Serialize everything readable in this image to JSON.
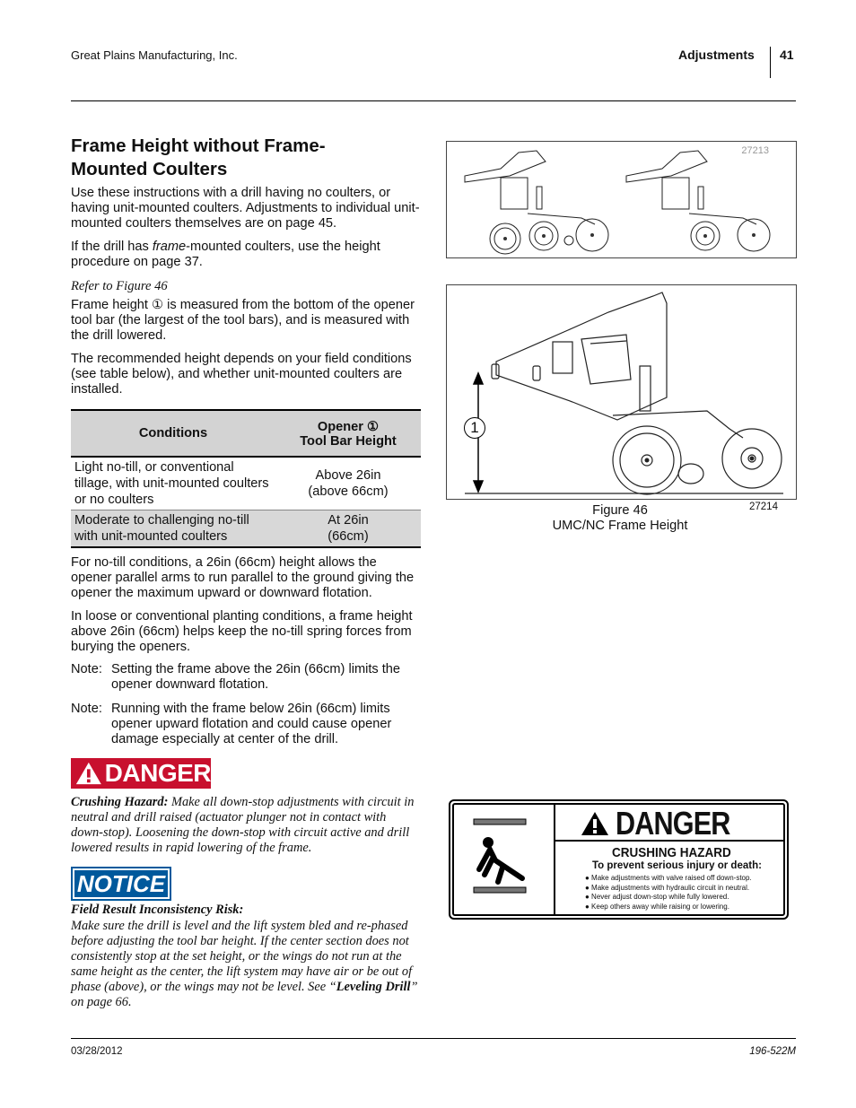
{
  "header": {
    "company": "Great Plains Manufacturing, Inc.",
    "section": "Adjustments",
    "page": "41"
  },
  "footer": {
    "date": "03/28/2012",
    "doc_number": "196-522M"
  },
  "main": {
    "title_line1": "Frame Height without Frame-",
    "title_line2": "Mounted Coulters",
    "p1": "Use these instructions with a drill having no coulters, or having unit-mounted coulters. Adjustments to individual unit-mounted coulters themselves are on page 45.",
    "p2_before": "If the drill has ",
    "p2_em": "frame",
    "p2_after": "-mounted coulters, use the height procedure on page 37.",
    "refer": "Refer to Figure 46",
    "p3": "Frame height ① is measured from the bottom of the opener tool bar (the largest of the tool bars), and is measured with the drill lowered.",
    "p4": "The recommended height depends on your field conditions (see table below), and whether unit-mounted coulters are installed.",
    "table": {
      "col1_header": "Conditions",
      "col2_header_line1": "Opener ①",
      "col2_header_line2": "Tool Bar Height",
      "rows": [
        {
          "condition": "Light no-till, or conventional tillage, with unit-mounted coulters or no coulters",
          "height_line1": "Above 26in",
          "height_line2": "(above 66cm)"
        },
        {
          "condition": "Moderate to challenging no-till with unit-mounted coulters",
          "height_line1": "At 26in",
          "height_line2": "(66cm)"
        }
      ]
    },
    "p5": "For no-till conditions, a 26in (66cm) height allows the opener parallel arms to run parallel to the ground giving the opener the maximum upward or downward flotation.",
    "p6": "In loose or conventional planting conditions, a frame height above 26in (66cm) helps keep the no-till spring forces from burying the openers.",
    "notes": [
      {
        "label": "Note:",
        "text": "Setting the frame above the 26in (66cm) limits the opener downward flotation."
      },
      {
        "label": "Note:",
        "text": "Running with the frame below 26in (66cm) limits opener upward flotation and could cause opener damage especially at center of the drill."
      }
    ],
    "danger_label": "DANGER",
    "danger_lead": "Crushing Hazard:",
    "danger_text": " Make all down-stop adjustments with circuit in neutral and drill raised (actuator plunger not in contact with down-stop). Loosening the down-stop with circuit active and drill lowered results in rapid lowering of the frame.",
    "notice_label": "NOTICE",
    "notice_heading": "Field Result Inconsistency Risk:",
    "notice_text_before": "Make sure the drill is level and the lift system bled and re-phased before adjusting the tool bar height. If the center section does not consistently stop at the set height, or the wings do not run at the same height as the center, the lift system may have air or be out of phase (above), or the wings may not be level. See “",
    "notice_link": "Leveling Drill",
    "notice_text_after": "” on page 66."
  },
  "figures": {
    "top_id": "27213",
    "main_id": "27214",
    "callout": "1",
    "caption_line1": "Figure 46",
    "caption_line2": "UMC/NC Frame Height"
  },
  "decal": {
    "title": "DANGER",
    "subtitle": "CRUSHING  HAZARD",
    "lead": "To  prevent  serious  injury  or  death:",
    "bullets": [
      "● Make adjustments with valve raised off down-stop.",
      "● Make adjustments with hydraulic circuit in neutral.",
      "● Never adjust down-stop while fully lowered.",
      "● Keep others away while raising or lowering."
    ]
  },
  "colors": {
    "danger_red": "#c8102e",
    "notice_blue": "#00599c",
    "table_gray": "#d3d3d3"
  }
}
